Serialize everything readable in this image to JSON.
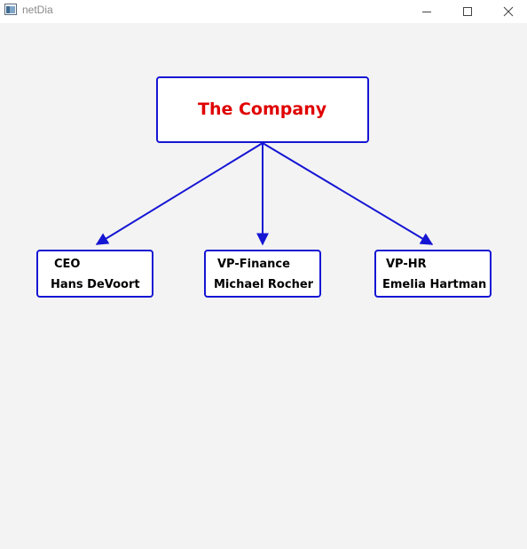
{
  "window": {
    "title": "netDia",
    "controls": {
      "minimize": "minimize-icon",
      "maximize": "maximize-icon",
      "close": "close-icon"
    }
  },
  "diagram": {
    "root": {
      "label": "The Company"
    },
    "children": [
      {
        "role": "CEO",
        "name": "Hans DeVoort"
      },
      {
        "role": "VP-Finance",
        "name": "Michael Rocher"
      },
      {
        "role": "VP-HR",
        "name": "Emelia Hartman"
      }
    ],
    "colors": {
      "border": "#1515d4",
      "root_text": "#e00000",
      "node_text": "#000000",
      "arrow": "#1515d4",
      "background": "#f3f3f3"
    }
  }
}
